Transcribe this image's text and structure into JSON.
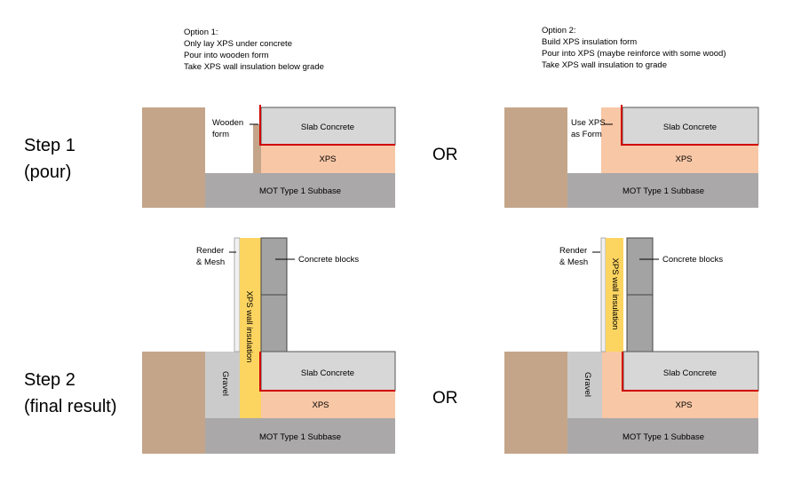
{
  "notes": {
    "option1": [
      "Option 1:",
      "Only lay XPS under concrete",
      "Pour into wooden form",
      "Take XPS wall insulation below grade"
    ],
    "option2": [
      "Option 2:",
      "Build XPS insulation form",
      "Pour into XPS (maybe reinforce with some wood)",
      "Take XPS wall insulation to grade"
    ]
  },
  "steps": {
    "step1": [
      "Step 1",
      "(pour)"
    ],
    "step2": [
      "Step 2",
      "(final result)"
    ]
  },
  "or_label": "OR",
  "labels": {
    "slab_concrete": "Slab Concrete",
    "xps": "XPS",
    "subbase": "MOT Type 1 Subbase",
    "wooden_form": [
      "Wooden",
      "form"
    ],
    "use_xps_form": [
      "Use XPS",
      "as Form"
    ],
    "render_mesh": [
      "Render",
      "& Mesh"
    ],
    "concrete_blocks": "Concrete blocks",
    "xps_wall_insulation": "XPS wall insulation",
    "gravel": "Gravel"
  },
  "colors": {
    "soil": "#c4a58a",
    "subbase": "#aaa8a8",
    "xps": "#f8c7a6",
    "concrete": "#d8d7d7",
    "wall_insulation": "#fcd460",
    "blocks": "#a3a3a3",
    "gravel": "#cbcbcb",
    "render": "#f1f1f1",
    "edge": "#555555",
    "reinforcement": "#d00000"
  }
}
